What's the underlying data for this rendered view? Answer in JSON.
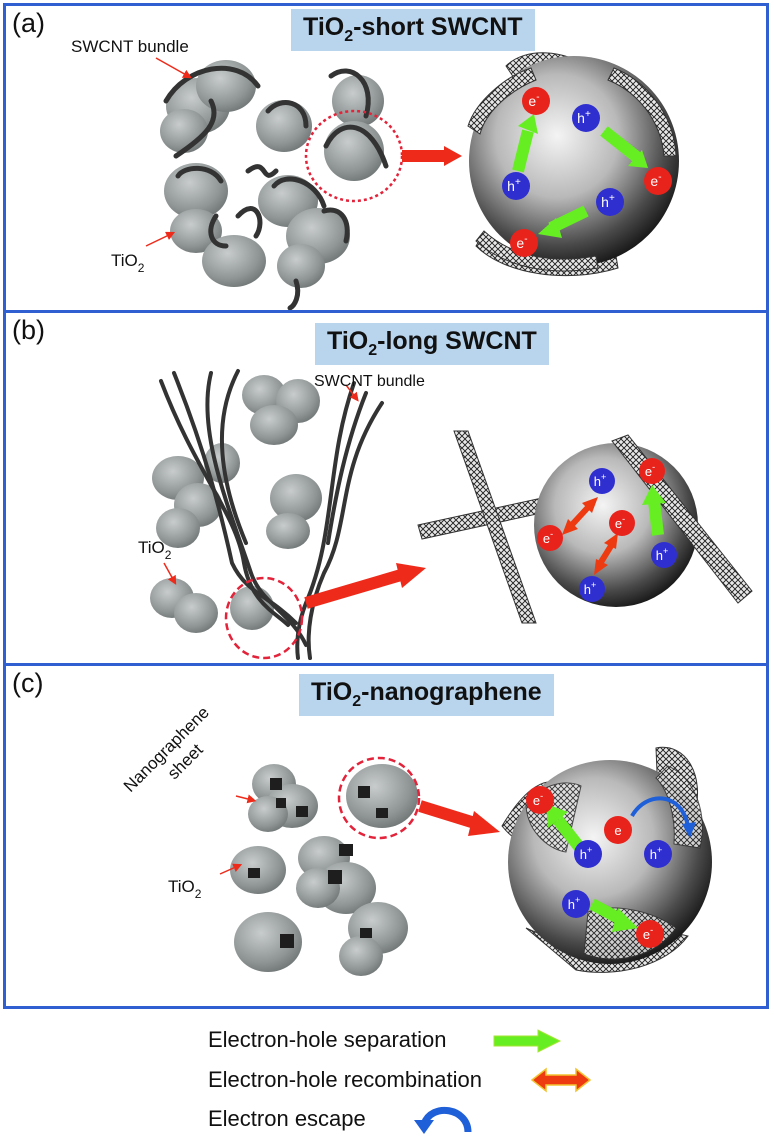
{
  "panels": {
    "a": {
      "letter": "(a)",
      "title_prefix": "TiO",
      "title_sub": "2",
      "title_suffix": "-short SWCNT",
      "bundle_label": "SWCNT bundle",
      "tio2_label": "TiO",
      "tio2_sub": "2"
    },
    "b": {
      "letter": "(b)",
      "title_prefix": "TiO",
      "title_sub": "2",
      "title_suffix": "-long SWCNT",
      "bundle_label": "SWCNT bundle",
      "tio2_label": "TiO",
      "tio2_sub": "2"
    },
    "c": {
      "letter": "(c)",
      "title_prefix": "TiO",
      "title_sub": "2",
      "title_suffix": "-nanographene",
      "sheet_label_line1": "Nanographene",
      "sheet_label_line2": "sheet",
      "tio2_label": "TiO",
      "tio2_sub": "2"
    }
  },
  "carriers": {
    "electron": "e",
    "electron_sup": "-",
    "hole": "h",
    "hole_sup": "+"
  },
  "legend": {
    "separation": "Electron-hole separation",
    "recombination": "Electron-hole recombination",
    "escape": "Electron escape"
  },
  "colors": {
    "frame": "#2f5fd0",
    "title_bg": "#b9d5ee",
    "separation_arrow": "#66ee22",
    "recombination_arrow": "#ee3a10",
    "escape_arrow": "#1f5fd8",
    "electron": "#e8231c",
    "hole": "#2f2fd0"
  }
}
